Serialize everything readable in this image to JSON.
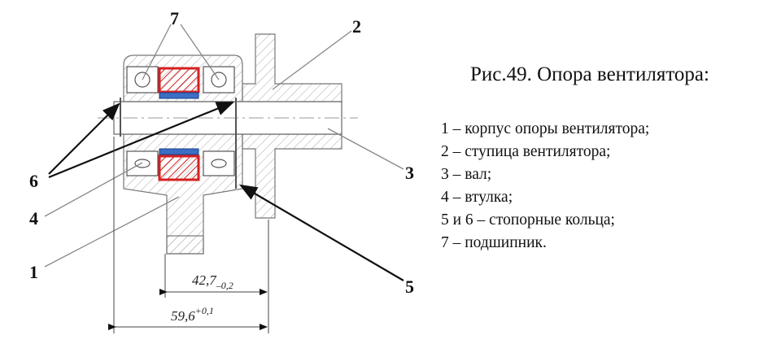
{
  "caption": "Рис.49. Опора вентилятора:",
  "legend": [
    "1 – корпус опоры вентилятора;",
    "2 – ступица вентилятора;",
    "3 – вал;",
    "4 – втулка;",
    "5 и 6 – стопорные кольца;",
    "7 – подшипник."
  ],
  "callouts": {
    "c1": "1",
    "c2": "2",
    "c3": "3",
    "c4": "4",
    "c5": "5",
    "c6": "6",
    "c7": "7"
  },
  "dimensions": {
    "inner": {
      "value": "42,7",
      "tolerance": "–0,2"
    },
    "outer": {
      "value": "59,6",
      "tolerance": "+0,1"
    }
  },
  "colors": {
    "bush": "#d42020",
    "ring": "#3a6fc4",
    "hatch": "#999999",
    "leader": "#111111"
  }
}
